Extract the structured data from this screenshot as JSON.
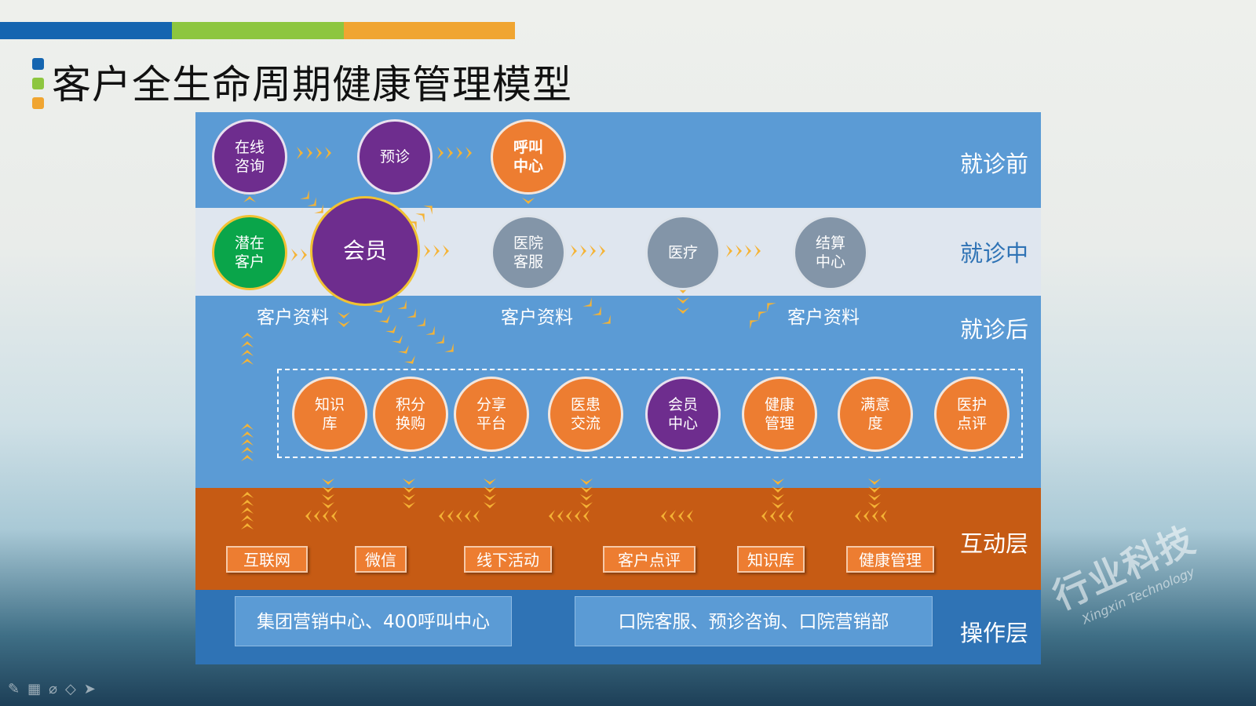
{
  "title": "客户全生命周期健康管理模型",
  "colors": {
    "blue": "#1565b0",
    "green": "#8dc63f",
    "amber": "#f0a531",
    "purple": "#6e2d8e",
    "orange": "#ed7d31",
    "grey": "#8395a8",
    "light_blue": "#5b9bd5",
    "dark_orange": "#c65b14",
    "deep_blue": "#2f73b5"
  },
  "layers": {
    "pre": "就诊前",
    "during": "就诊中",
    "post": "就诊后",
    "interaction": "互动层",
    "operation": "操作层"
  },
  "pre_nodes": {
    "online": "在线\n咨询",
    "prediag": "预诊",
    "callcenter": "呼叫\n中心"
  },
  "during_nodes": {
    "potential": "潜在\n客户",
    "member": "会员",
    "hospital_service": "医院\n客服",
    "medical": "医疗",
    "settlement": "结算\n中心"
  },
  "customer_data_labels": [
    "客户资料",
    "客户资料",
    "客户资料"
  ],
  "post_nodes": [
    {
      "label": "知识\n库",
      "color": "orange"
    },
    {
      "label": "积分\n换购",
      "color": "orange"
    },
    {
      "label": "分享\n平台",
      "color": "orange"
    },
    {
      "label": "医患\n交流",
      "color": "orange"
    },
    {
      "label": "会员\n中心",
      "color": "purple"
    },
    {
      "label": "健康\n管理",
      "color": "orange"
    },
    {
      "label": "满意\n度",
      "color": "orange"
    },
    {
      "label": "医护\n点评",
      "color": "orange"
    }
  ],
  "interaction_tags": [
    "互联网",
    "微信",
    "线下活动",
    "客户点评",
    "知识库",
    "健康管理"
  ],
  "operation_boxes": [
    "集团营销中心、400呼叫中心",
    "口院客服、预诊咨询、口院营销部"
  ],
  "watermark": {
    "cn": "行业科技",
    "en": "Xingxin Technology"
  },
  "toolbar_icons": [
    "pen-icon",
    "grid-icon",
    "eraser-icon",
    "highlighter-icon",
    "pointer-icon"
  ]
}
